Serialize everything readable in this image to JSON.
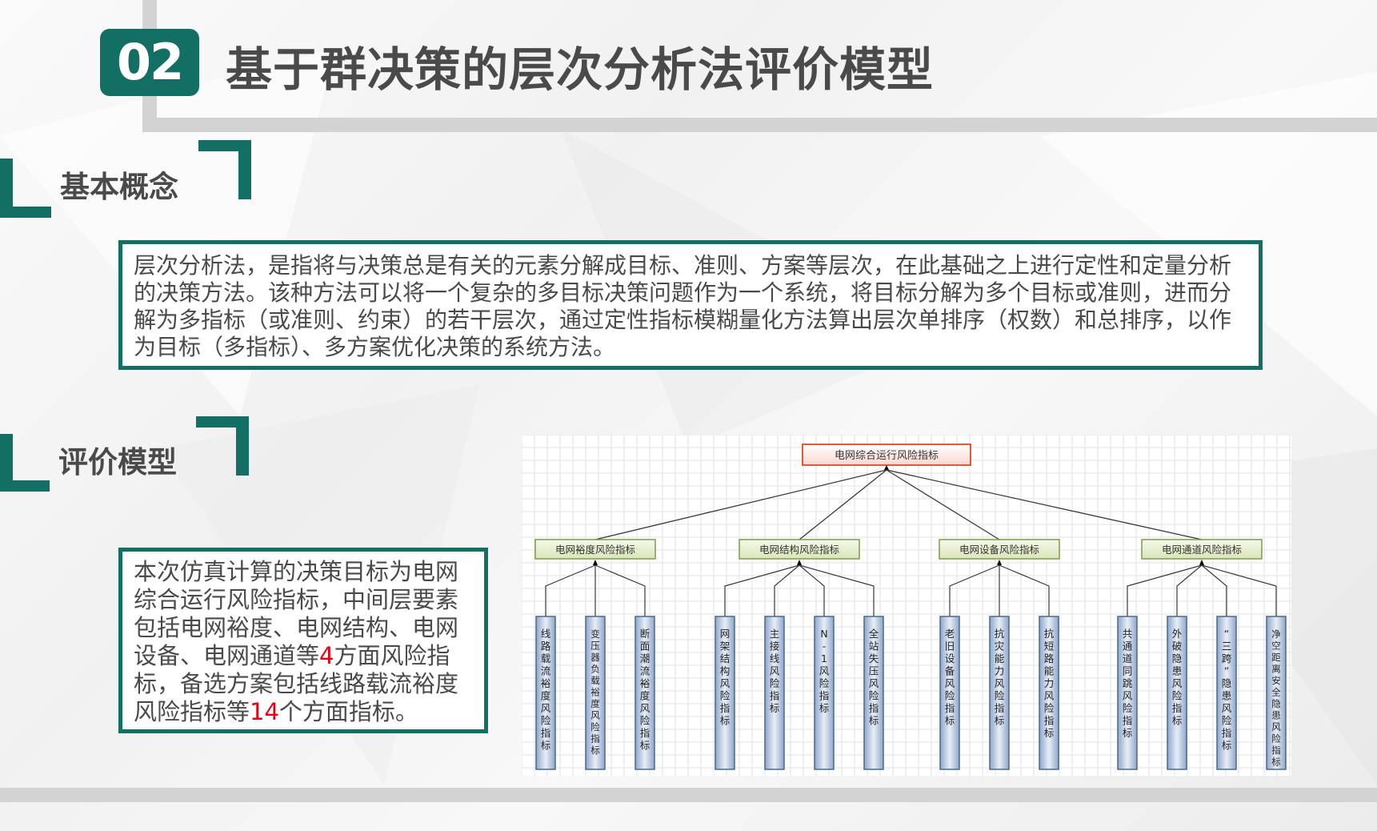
{
  "header": {
    "number": "02",
    "title": "基于群决策的层次分析法评价模型"
  },
  "section1": {
    "heading": "基本概念",
    "text": "层次分析法，是指将与决策总是有关的元素分解成目标、准则、方案等层次，在此基础之上进行定性和定量分析的决策方法。该种方法可以将一个复杂的多目标决策问题作为一个系统，将目标分解为多个目标或准则，进而分解为多指标（或准则、约束）的若干层次，通过定性指标模糊量化方法算出层次单排序（权数）和总排序，以作为目标（多指标）、多方案优化决策的系统方法。"
  },
  "section2": {
    "heading": "评价模型",
    "text_parts": {
      "p1": "本次仿真计算的决策目标为电网综合运行风险指标，中间层要素包括电网裕度、电网结构、电网设备、电网通道等",
      "n1": "4",
      "p2": "方面风险指标，备选方案包括线路载流裕度风险指标等",
      "n2": "14",
      "p3": "个方面指标。"
    }
  },
  "diagram": {
    "root": "电网综合运行风险指标",
    "groups": [
      {
        "label": "电网裕度风险指标",
        "leaves": [
          "线路载流裕度风险指标",
          "变压器负载裕度风险指标",
          "断面潮流裕度风险指标"
        ]
      },
      {
        "label": "电网结构风险指标",
        "leaves": [
          "网架结构风险指标",
          "主接线风险指标",
          "N-1风险指标",
          "全站失压风险指标"
        ]
      },
      {
        "label": "电网设备风险指标",
        "leaves": [
          "老旧设备风险指标",
          "抗灾能力风险指标",
          "抗短路能力风险指标"
        ]
      },
      {
        "label": "电网通道风险指标",
        "leaves": [
          "共通道同跳风险指标",
          "外破隐患风险指标",
          "“三跨”隐患风险指标",
          "净空距离安全隐患风险指标"
        ]
      }
    ],
    "colors": {
      "root_fill": "#f9d7cf",
      "root_border": "#e05a3c",
      "mid_fill": "#d9e6b8",
      "mid_border": "#7f9a4a",
      "leaf_fill": "#b8c8de",
      "leaf_border": "#4a6890",
      "grid": "#e2e2e2",
      "line": "#3a3a3a"
    }
  }
}
